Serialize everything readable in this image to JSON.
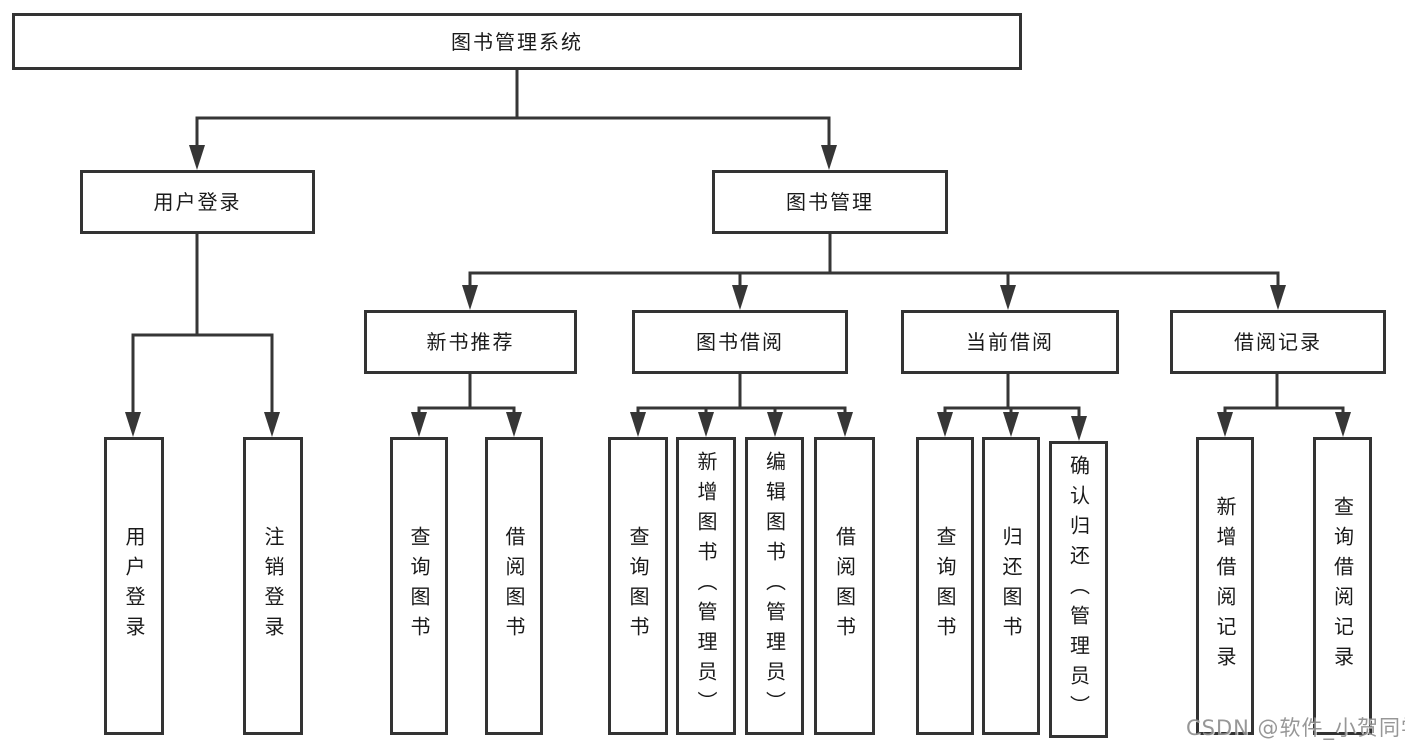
{
  "diagram": {
    "type": "hierarchy-tree",
    "title": "图书管理系统",
    "colors": {
      "line": "#363636",
      "box_border": "#333333",
      "text": "#1a1a1a",
      "watermark": "#8f8f8f",
      "background": "#ffffff"
    }
  },
  "root": {
    "label": "图书管理系统"
  },
  "level2": [
    {
      "label": "用户登录",
      "children": [
        {
          "label": "用户登录"
        },
        {
          "label": "注销登录"
        }
      ]
    },
    {
      "label": "图书管理"
    }
  ],
  "level3": [
    {
      "label": "新书推荐",
      "children": [
        {
          "label": "查询图书"
        },
        {
          "label": "借阅图书"
        }
      ]
    },
    {
      "label": "图书借阅",
      "children": [
        {
          "label": "查询图书"
        },
        {
          "label": "新增图书（管理员）"
        },
        {
          "label": "编辑图书（管理员）"
        },
        {
          "label": "借阅图书"
        }
      ]
    },
    {
      "label": "当前借阅",
      "children": [
        {
          "label": "查询图书"
        },
        {
          "label": "归还图书"
        },
        {
          "label": "确认归还（管理员）"
        }
      ]
    },
    {
      "label": "借阅记录",
      "children": [
        {
          "label": "新增借阅记录"
        },
        {
          "label": "查询借阅记录"
        }
      ]
    }
  ],
  "watermark": {
    "text": "CSDN @软件_小贺同学"
  }
}
